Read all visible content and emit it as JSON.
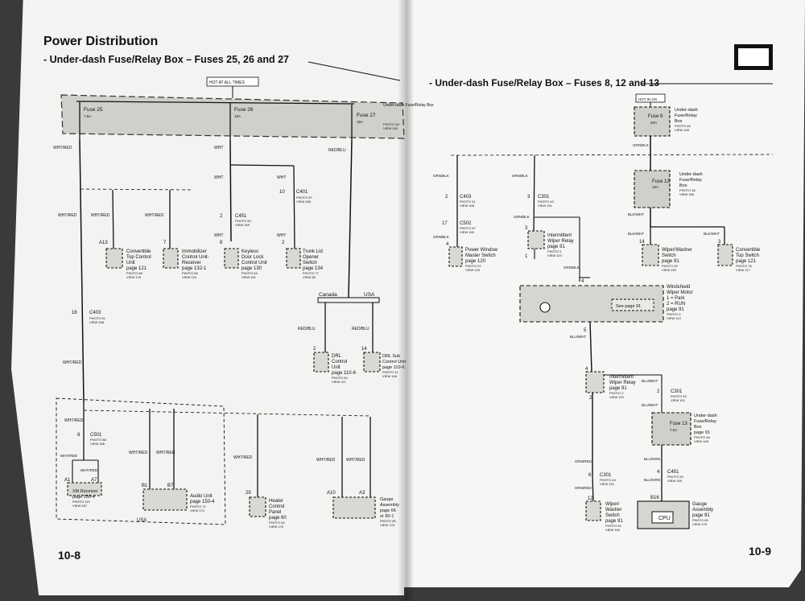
{
  "left_page": {
    "section_title": "Power Distribution",
    "subtitle": "- Under-dash Fuse/Relay Box – Fuses 25, 26 and 27",
    "page_number": "10-8",
    "hot_label": "HOT AT ALL TIMES",
    "fuse_box": {
      "name": "Under-dash Fuse/Relay Box",
      "photo": "PHOTO 48",
      "view": "VIEW 165"
    },
    "fuses": [
      {
        "name": "Fuse 25",
        "rating": "7.5A"
      },
      {
        "name": "Fuse 26",
        "rating": "15A"
      },
      {
        "name": "Fuse 27",
        "rating": "15A"
      }
    ],
    "wires": {
      "wht_red": "WHT/RED",
      "wht": "WHT",
      "red_blu": "RED/BLU"
    },
    "connectors": {
      "c403": {
        "pin": "16",
        "name": "C403",
        "photo": "PHOTO 51",
        "view": "VIEW 158"
      },
      "c451": {
        "pin": "2",
        "name": "C451",
        "photo": "PHOTO 63",
        "view": "VIEW 159"
      },
      "c401": {
        "pin": "10",
        "name": "C401",
        "photo": "PHOTO 57",
        "view": "VIEW 168"
      },
      "c501": {
        "pin": "8",
        "name": "C501",
        "photo": "PHOTO 88",
        "view": "VIEW 166"
      }
    },
    "components": [
      {
        "pin": "A13",
        "lines": [
          "Convertible",
          "Top Control",
          "Unit",
          "page 121"
        ],
        "photo": "PHOTO 65",
        "view": "VIEW 175"
      },
      {
        "pin": "7",
        "lines": [
          "Immobilizer",
          "Control Unit-",
          "Receiver",
          "page 132-1"
        ],
        "photo": "PHOTO 66",
        "view": "VIEW 133"
      },
      {
        "pin": "8",
        "lines": [
          "Keyless",
          "Door Lock",
          "Control Unit",
          "page 130"
        ],
        "photo": "PHOTO 64",
        "view": "VIEW 161"
      },
      {
        "pin": "2",
        "lines": [
          "Trunk Lid",
          "Opener",
          "Switch",
          "page 134"
        ],
        "photo": "PHOTO 77",
        "view": "VIEW 58"
      },
      {
        "pin": "2",
        "lines": [
          "DRL",
          "Control",
          "Unit",
          "page 110-6"
        ],
        "photo": "PHOTO 64",
        "view": "VIEW 147"
      },
      {
        "pin": "14",
        "lines": [
          "DRL Sub",
          "Control Unit",
          "page 110-6"
        ],
        "photo": "PHOTO 41",
        "view": "VIEW 146"
      },
      {
        "pin": "A1",
        "pin2": "A7",
        "lines": [
          "XM Receiver",
          "page 150-4"
        ],
        "photo": "PHOTO 119",
        "view": "VIEW 167"
      },
      {
        "pin": "B1",
        "pin2": "B7",
        "lines": [
          "Audio Unit",
          "page 150-4"
        ],
        "photo": "PHOTO 72",
        "view": "VIEW 172"
      },
      {
        "pin": "29",
        "lines": [
          "Heater",
          "Control",
          "Panel",
          "page 60"
        ],
        "photo": "PHOTO 64",
        "view": "VIEW 170"
      },
      {
        "pin": "A10",
        "pin2": "A3",
        "lines": [
          "Gauge",
          "Assembly",
          "page 66",
          "or 80-1"
        ],
        "photo": "PHOTO 85",
        "view": "VIEW 176"
      }
    ],
    "regions": {
      "canada": "Canada",
      "usa": "USA",
      "usa2": "USA"
    }
  },
  "right_page": {
    "subtitle": "- Under-dash Fuse/Relay Box – Fuses 8, 12 and 13",
    "page_number": "10-9",
    "hot_label": "HOT IN ON",
    "fuses": [
      {
        "name": "Fuse 8",
        "rating": "20A",
        "lines": [
          "Under-dash",
          "Fuse/Relay",
          "Box"
        ],
        "photo": "PHOTO 48",
        "view": "VIEW 165"
      },
      {
        "name": "Fuse 12",
        "rating": "15A",
        "lines": [
          "Under-dash",
          "Fuse/Relay",
          "Box"
        ],
        "photo": "PHOTO 48",
        "view": "VIEW 165"
      },
      {
        "name": "Fuse 13",
        "rating": "7.5A",
        "lines": [
          "Under-dash",
          "Fuse/Relay",
          "Box",
          "page 91"
        ],
        "photo": "PHOTO 48",
        "view": "VIEW 165"
      }
    ],
    "wires": {
      "grn_blk": "GRN/BLK",
      "blk_wht": "BLK/WHT",
      "blu_wht": "BLU/WHT",
      "grn_red": "GRN/RED",
      "blu_grn": "BLU/GRN"
    },
    "connectors": {
      "c403": {
        "pin": "2",
        "name": "C403",
        "photo": "PHOTO 51",
        "view": "VIEW 158"
      },
      "c502": {
        "pin": "17",
        "name": "C502",
        "photo": "PHOTO 57",
        "view": "VIEW 165"
      },
      "c301a": {
        "pin": "3",
        "name": "C301",
        "photo": "PHOTO 43",
        "view": "VIEW 151"
      },
      "c301b": {
        "pin": "2",
        "name": "C301",
        "photo": "PHOTO 43",
        "view": "VIEW 151"
      },
      "c301c": {
        "pin": "6",
        "name": "C301",
        "photo": "PHOTO 43",
        "view": "VIEW 151"
      },
      "c451": {
        "pin": "4",
        "name": "C451",
        "photo": "PHOTO 63",
        "view": "VIEW 159"
      }
    },
    "components": [
      {
        "pin": "4",
        "lines": [
          "Power Window",
          "Master Switch",
          "page 120"
        ],
        "photo": "PHOTO 97",
        "view": "VIEW 149"
      },
      {
        "lines": [
          "Intermittent",
          "Wiper Relay",
          "page 91"
        ],
        "photo": "PHOTO 2",
        "view": "VIEW 119"
      },
      {
        "pin": "14",
        "lines": [
          "Wiper/Washer",
          "Switch",
          "page 91"
        ],
        "photo": "PHOTO 99",
        "view": "VIEW 150"
      },
      {
        "pin": "3",
        "lines": [
          "Convertible",
          "Top Switch",
          "page 121"
        ],
        "photo": "PHOTO 76",
        "view": "VIEW 117"
      },
      {
        "lines": [
          "Windshield",
          "Wiper Motor",
          "1 = Park",
          "2 = RUN",
          "page 91"
        ],
        "photo": "PHOTO 9",
        "view": "VIEW 113"
      },
      {
        "lines": [
          "Intermittent",
          "Wiper Relay",
          "page 91"
        ],
        "photo": "PHOTO 2",
        "view": "VIEW 119"
      },
      {
        "pin": "12",
        "lines": [
          "Wiper/",
          "Washer",
          "Switch",
          "page 91"
        ],
        "photo": "PHOTO 99",
        "view": "VIEW 150"
      },
      {
        "pin": "B16",
        "lines": [
          "Gauge",
          "Assembly",
          "page 91"
        ],
        "photo": "PHOTO 85",
        "view": "VIEW 176"
      }
    ],
    "see_page": "See page 91",
    "motor_pins": {
      "p4": "4",
      "p5": "5",
      "p1": "1"
    },
    "relay_pins": {
      "top": "3",
      "bottom": "1",
      "top2": "4",
      "bottom2": "2"
    },
    "cpu": "CPU"
  }
}
